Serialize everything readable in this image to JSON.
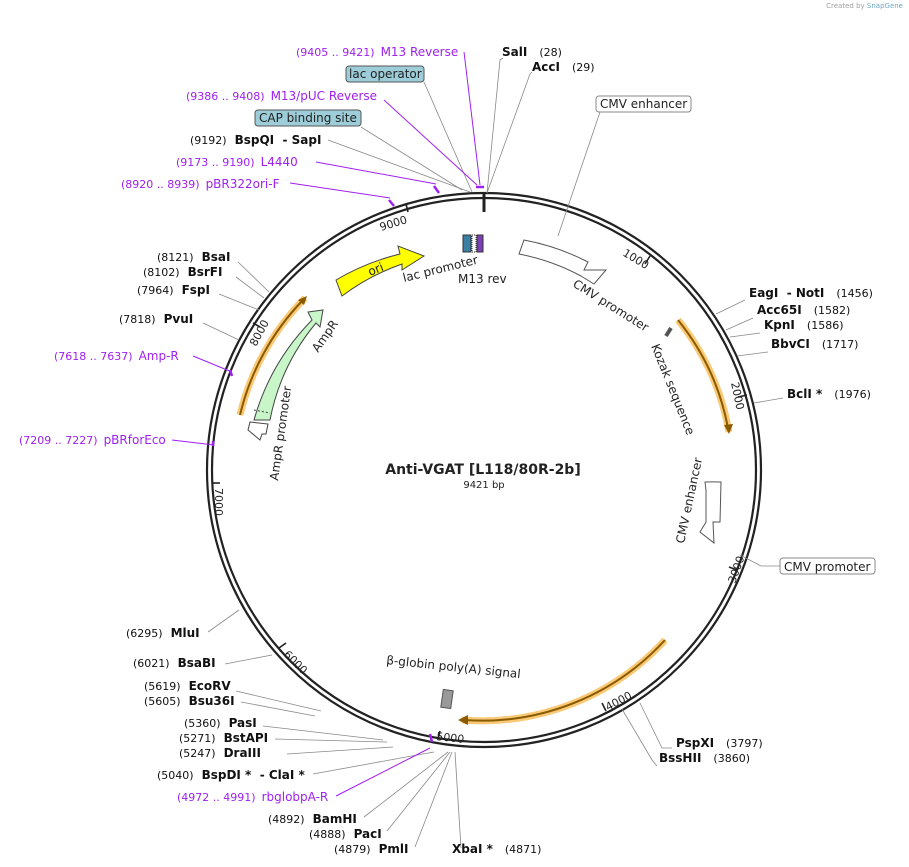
{
  "credit": {
    "prefix": "Created by",
    "brand": "SnapGene"
  },
  "map": {
    "name": "Anti-VGAT [L118/80R-2b]",
    "length": "9421 bp",
    "total_bp": 9421,
    "ticks": [
      "1000",
      "2000",
      "3000",
      "4000",
      "5000",
      "6000",
      "7000",
      "8000",
      "9000"
    ]
  },
  "features": {
    "cmv_enhancer_box": "CMV enhancer",
    "cmv_promoter_box": "CMV promoter",
    "lac_operator": "lac operator",
    "cap_site": "CAP binding site",
    "cmv_promoter_arc": "CMV promoter",
    "kozak": "Kozak sequence",
    "cmv_enhancer_arc": "CMV enhancer",
    "globin_polya": "β-globin poly(A) signal",
    "amp_r": "AmpR",
    "amp_r_promoter": "AmpR promoter",
    "ori": "ori",
    "lac_promoter": "lac promoter",
    "m13_rev": "M13 rev"
  },
  "primers": [
    {
      "range": "(9405 .. 9421)",
      "name": "M13 Reverse"
    },
    {
      "range": "(9386 .. 9408)",
      "name": "M13/pUC Reverse"
    },
    {
      "range": "(9173 .. 9190)",
      "name": "L4440"
    },
    {
      "range": "(8920 .. 8939)",
      "name": "pBR322ori-F"
    },
    {
      "range": "(7618 .. 7637)",
      "name": "Amp-R"
    },
    {
      "range": "(7209 .. 7227)",
      "name": "pBRforEco"
    },
    {
      "range": "(4972 .. 4991)",
      "name": "rbglobpA-R"
    }
  ],
  "sites_right": [
    {
      "name": "SalI",
      "pos": "(28)"
    },
    {
      "name": "AccI",
      "pos": "(29)"
    },
    {
      "name": "EagI  - NotI",
      "pos": "(1456)"
    },
    {
      "name": "Acc65I",
      "pos": "(1582)"
    },
    {
      "name": "KpnI",
      "pos": "(1586)"
    },
    {
      "name": "BbvCI",
      "pos": "(1717)"
    },
    {
      "name": "BclI *",
      "pos": "(1976)"
    },
    {
      "name": "PspXI",
      "pos": "(3797)"
    },
    {
      "name": "BssHII",
      "pos": "(3860)"
    },
    {
      "name": "XbaI *",
      "pos": "(4871)"
    }
  ],
  "sites_left": [
    {
      "name": "BspQI  - SapI",
      "pos": "(9192)"
    },
    {
      "name": "BsaI",
      "pos": "(8121)"
    },
    {
      "name": "BsrFI",
      "pos": "(8102)"
    },
    {
      "name": "FspI",
      "pos": "(7964)"
    },
    {
      "name": "PvuI",
      "pos": "(7818)"
    },
    {
      "name": "MluI",
      "pos": "(6295)"
    },
    {
      "name": "BsaBI",
      "pos": "(6021)"
    },
    {
      "name": "EcoRV",
      "pos": "(5619)"
    },
    {
      "name": "Bsu36I",
      "pos": "(5605)"
    },
    {
      "name": "PasI",
      "pos": "(5360)"
    },
    {
      "name": "BstAPI",
      "pos": "(5271)"
    },
    {
      "name": "DraIII",
      "pos": "(5247)"
    },
    {
      "name": "BspDI *  - ClaI *",
      "pos": "(5040)"
    },
    {
      "name": "BamHI",
      "pos": "(4892)"
    },
    {
      "name": "PacI",
      "pos": "(4888)"
    },
    {
      "name": "PmlI",
      "pos": "(4879)"
    }
  ],
  "colors": {
    "primer": "#a020f0",
    "orange": "#f6a51c",
    "ampr_fill": "#c8f6c8",
    "ori_fill": "#ffff00",
    "lac_box": "#9dcdd9"
  }
}
